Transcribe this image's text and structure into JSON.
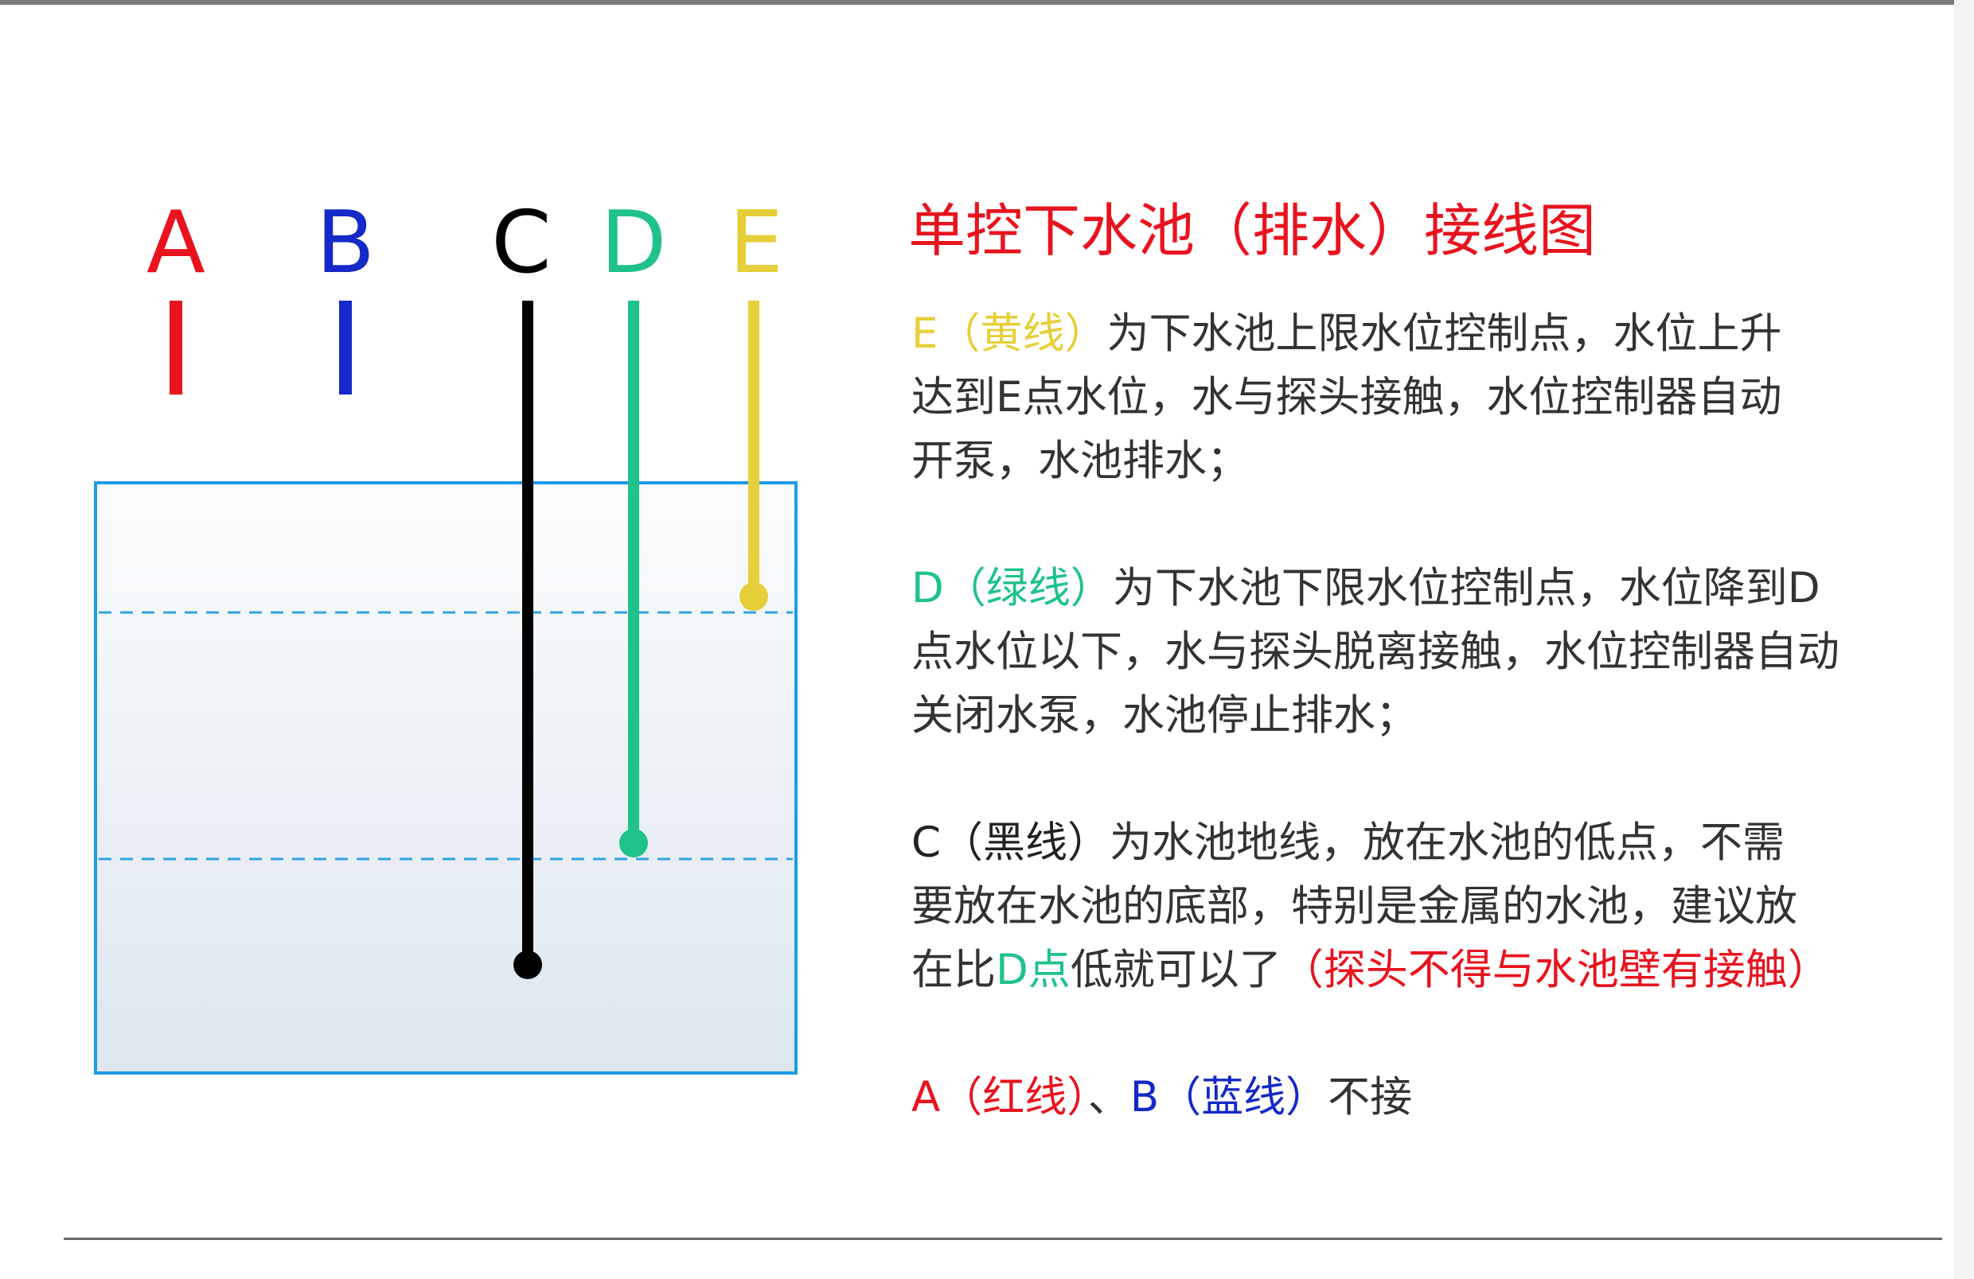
{
  "diagram": {
    "labels": {
      "a": "A",
      "b": "B",
      "c": "C",
      "d": "D",
      "e": "E"
    },
    "colors": {
      "a": "#e8131e",
      "b": "#1429c8",
      "c": "#000000",
      "d": "#1fc28a",
      "e": "#e6cf39",
      "tank_border": "#1e9be6",
      "dashed": "#33a3e0"
    }
  },
  "panel": {
    "title": "单控下水池（排水）接线图",
    "e_para": {
      "tag": "E（黄线）",
      "line1": "为下水池上限水位控制点，水位上升",
      "line2": "达到E点水位，水与探头接触，水位控制器自动",
      "line3": "开泵，水池排水；"
    },
    "d_para": {
      "tag": "D（绿线）",
      "line1": "为下水池下限水位控制点，水位降到D",
      "line2": "点水位以下，水与探头脱离接触，水位控制器自动",
      "line3": "关闭水泵，水池停止排水；"
    },
    "c_para": {
      "tag": "C（黑线）",
      "line1": "为水池地线，放在水池的低点，不需",
      "line2": "要放在水池的底部，特别是金属的水池，建议放",
      "line3_pre": "在比",
      "line3_d": "D点",
      "line3_mid": "低就可以了",
      "line3_warn": "（探头不得与水池壁有接触）"
    },
    "ab_para": {
      "a_tag": "A（红线）",
      "sep": "、",
      "b_tag": "B（蓝线）",
      "tail": "不接"
    }
  }
}
